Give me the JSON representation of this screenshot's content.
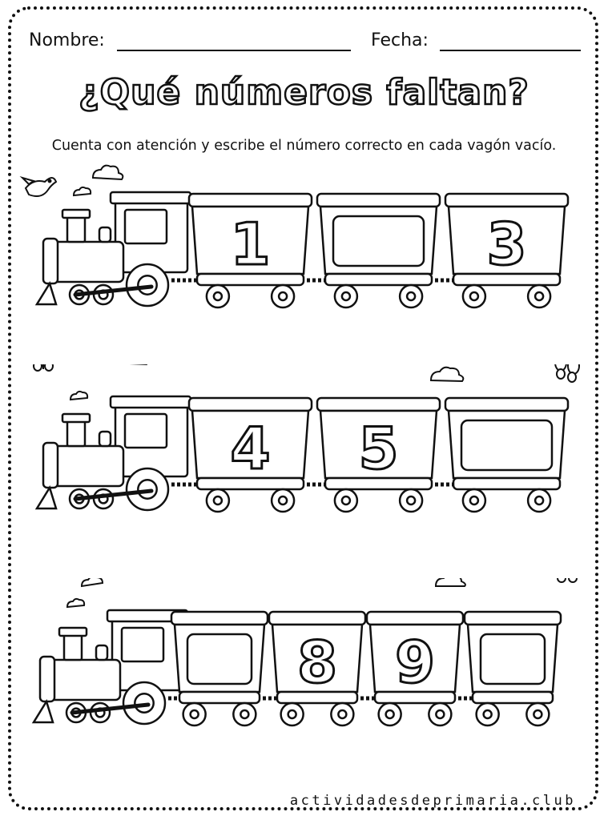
{
  "header": {
    "name_label": "Nombre:",
    "date_label": "Fecha:"
  },
  "title": "¿Qué números faltan?",
  "instruction": "Cuenta con atención y escribe el número correcto en cada vagón vacío.",
  "trains": [
    {
      "wagons": [
        "1",
        "",
        "3"
      ]
    },
    {
      "wagons": [
        "4",
        "5",
        ""
      ]
    },
    {
      "wagons": [
        "",
        "8",
        "9",
        ""
      ]
    }
  ],
  "footer": "actividadesdeprimaria.club",
  "colors": {
    "ink": "#111111",
    "paper": "#ffffff"
  },
  "icons": [
    "bird-icon",
    "cloud-icon",
    "butterfly-icon",
    "locomotive-icon"
  ]
}
